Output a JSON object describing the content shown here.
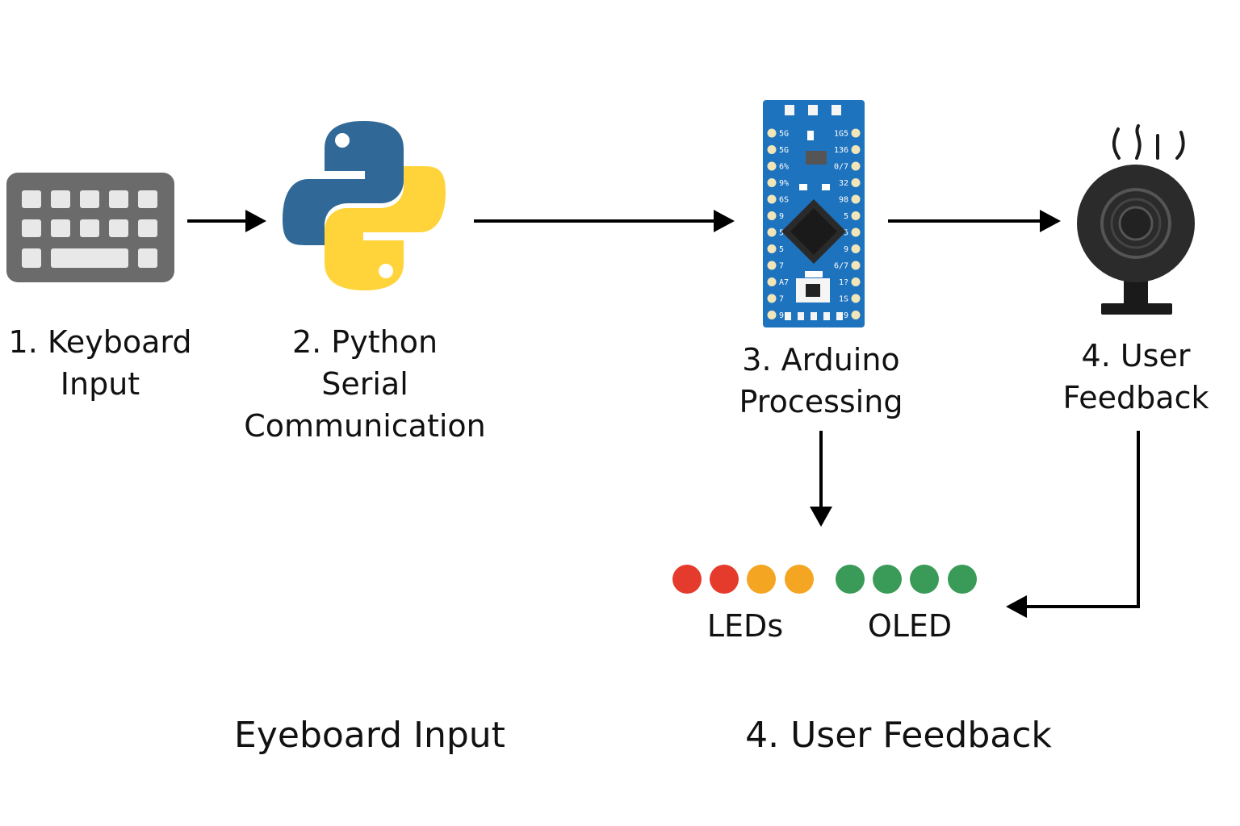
{
  "steps": {
    "keyboard": {
      "line1": "1. Keyboard",
      "line2": "Input",
      "icon": "keyboard-icon"
    },
    "python": {
      "line1": "2. Python",
      "line2": "Serial",
      "line3": "Communication",
      "icon": "python-logo-icon"
    },
    "arduino": {
      "line1": "3. Arduino",
      "line2": "Processing",
      "icon": "arduino-board-icon"
    },
    "feedback": {
      "line1": "4. User",
      "line2": "Feedback",
      "icon": "vibration-motor-icon"
    }
  },
  "outputs": {
    "leds_label": "LEDs",
    "oled_label": "OLED",
    "led_colors": [
      "#e53b2c",
      "#e53b2c",
      "#f4a623",
      "#f4a623",
      "#3a9a58",
      "#3a9a58",
      "#3a9a58",
      "#3a9a58"
    ]
  },
  "arduino_pins": {
    "left": [
      "5G",
      "5G",
      "6%",
      "9%",
      "6S",
      "9",
      "5",
      "5",
      "7",
      "A7",
      "7",
      "9"
    ],
    "right": [
      "1G5",
      "136",
      "0/7",
      "32",
      "98",
      "5",
      "5",
      "9",
      "6/7",
      "1?",
      "1S",
      "9"
    ]
  },
  "footer": {
    "left": "Eyeboard Input",
    "right": "4. User Feedback"
  },
  "colors": {
    "python_blue": "#306998",
    "python_yellow": "#ffd43b",
    "board_blue": "#1e73be",
    "keyboard_body": "#6b6b6b",
    "arrow": "#000000"
  }
}
